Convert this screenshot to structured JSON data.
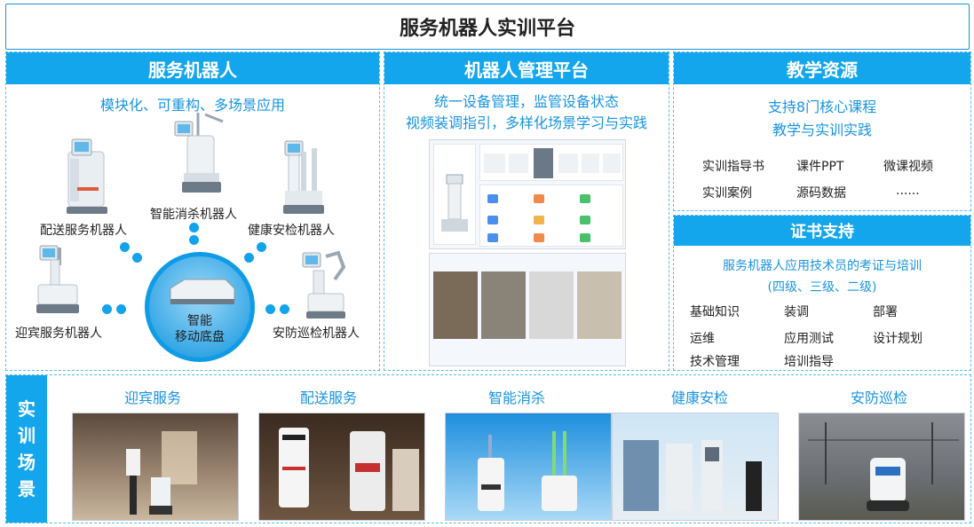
{
  "header": {
    "title": "服务机器人实训平台"
  },
  "robots_panel": {
    "title": "服务机器人",
    "subtitle": "模块化、可重构、多场景应用",
    "robots": [
      {
        "label": "配送服务机器人"
      },
      {
        "label": "智能消杀机器人"
      },
      {
        "label": "健康安检机器人"
      },
      {
        "label": "迎宾服务机器人"
      },
      {
        "label": "安防巡检机器人"
      }
    ],
    "chassis": {
      "line1": "智能",
      "line2": "移动底盘"
    }
  },
  "mgmt_panel": {
    "title": "机器人管理平台",
    "line1": "统一设备管理，监管设备状态",
    "line2": "视频装调指引，多样化场景学习与实践"
  },
  "resource_panel": {
    "title": "教学资源",
    "line1": "支持8门核心课程",
    "line2": "教学与实训实践",
    "items": [
      "实训指导书",
      "课件PPT",
      "微课视频",
      "实训案例",
      "源码数据",
      "......"
    ]
  },
  "cert_panel": {
    "title": "证书支持",
    "line1": "服务机器人应用技术员的考证与培训",
    "line2": "(四级、三级、二级)",
    "items": [
      "基础知识",
      "装调",
      "部署",
      "运维",
      "应用测试",
      "设计规划",
      "技术管理",
      "培训指导"
    ]
  },
  "scenes_panel": {
    "side_label": [
      "实",
      "训",
      "场",
      "景"
    ],
    "scenes": [
      {
        "title": "迎宾服务"
      },
      {
        "title": "配送服务"
      },
      {
        "title": "智能消杀"
      },
      {
        "title": "健康安检"
      },
      {
        "title": "安防巡检"
      }
    ]
  },
  "colors": {
    "accent": "#14a6ec",
    "text_accent": "#1894e0",
    "border": "#5ab8ec"
  }
}
